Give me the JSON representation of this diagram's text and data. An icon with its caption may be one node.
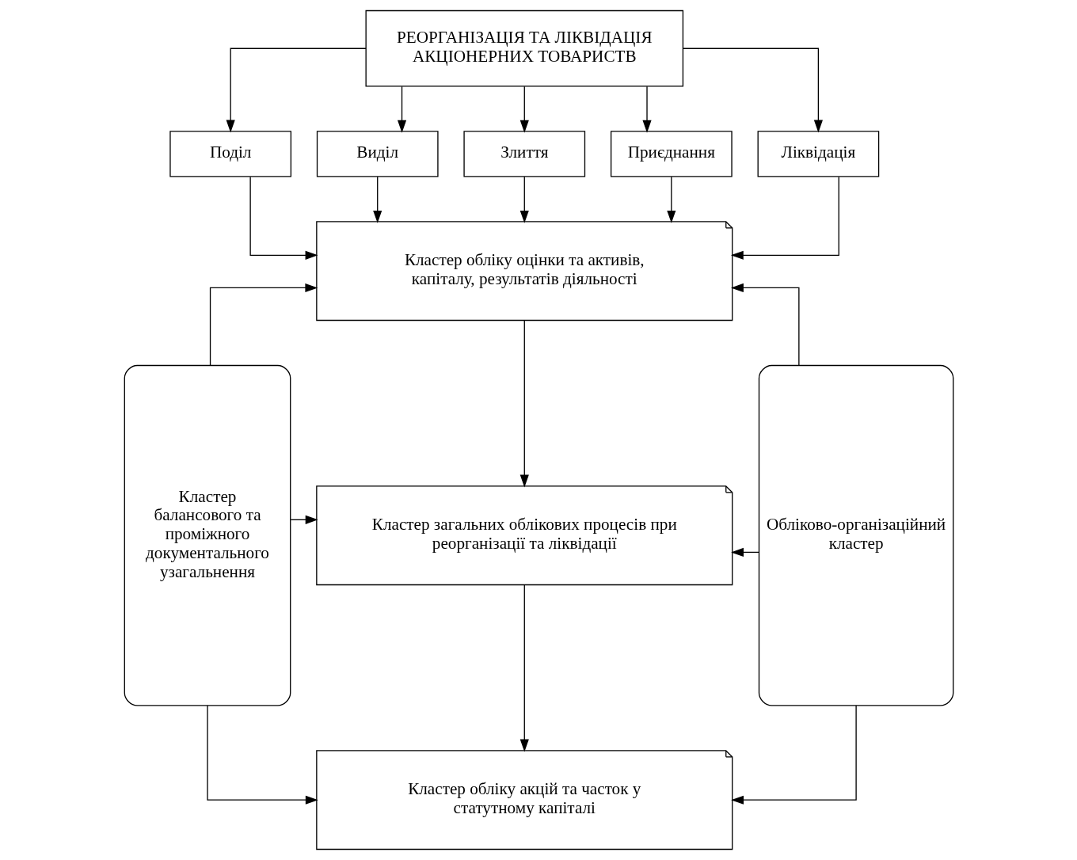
{
  "diagram": {
    "nodes": [
      {
        "text": [
          "РЕОРГАНІЗАЦІЯ ТА ЛІКВІДАЦІЯ АКЦІОНЕРНИХ ТОВАРИСТВ"
        ]
      },
      {
        "text": [
          "Поділ"
        ]
      },
      {
        "text": [
          "Виділ"
        ]
      },
      {
        "text": [
          "Злиття"
        ]
      },
      {
        "text": [
          "Приєднання"
        ]
      },
      {
        "text": [
          "Ліквідація"
        ]
      },
      {
        "text": [
          "Кластер обліку оцінки та активів, капіталу, результатів діяльності"
        ]
      },
      {
        "text": [
          "Кластер загальних облікових процесів при реорганізації та ліквідації"
        ]
      },
      {
        "text": [
          "Кластер обліку акцій та часток у статутному капіталі"
        ]
      },
      {
        "text": [
          "Кластер балансового та проміжного документального узагальнення"
        ]
      },
      {
        "text": [
          "Обліково-організаційний кластер"
        ]
      }
    ],
    "edges": [
      {
        "from": 0,
        "to": 1,
        "arrow": "to"
      },
      {
        "from": 0,
        "to": 2,
        "arrow": "to"
      },
      {
        "from": 0,
        "to": 3,
        "arrow": "to"
      },
      {
        "from": 0,
        "to": 4,
        "arrow": "to"
      },
      {
        "from": 0,
        "to": 5,
        "arrow": "to"
      },
      {
        "from": 1,
        "to": 6,
        "arrow": "to"
      },
      {
        "from": 2,
        "to": 6,
        "arrow": "to"
      },
      {
        "from": 3,
        "to": 6,
        "arrow": "to"
      },
      {
        "from": 4,
        "to": 6,
        "arrow": "to"
      },
      {
        "from": 5,
        "to": 6,
        "arrow": "to"
      },
      {
        "from": 6,
        "to": 7,
        "arrow": "to"
      },
      {
        "from": 7,
        "to": 8,
        "arrow": "to"
      },
      {
        "from": 9,
        "to": 6,
        "arrow": "to"
      },
      {
        "from": 9,
        "to": 7,
        "arrow": "to"
      },
      {
        "from": 9,
        "to": 8,
        "arrow": "to"
      },
      {
        "from": 10,
        "to": 6,
        "arrow": "to"
      },
      {
        "from": 10,
        "to": 7,
        "arrow": "to"
      },
      {
        "from": 10,
        "to": 8,
        "arrow": "to"
      }
    ]
  }
}
